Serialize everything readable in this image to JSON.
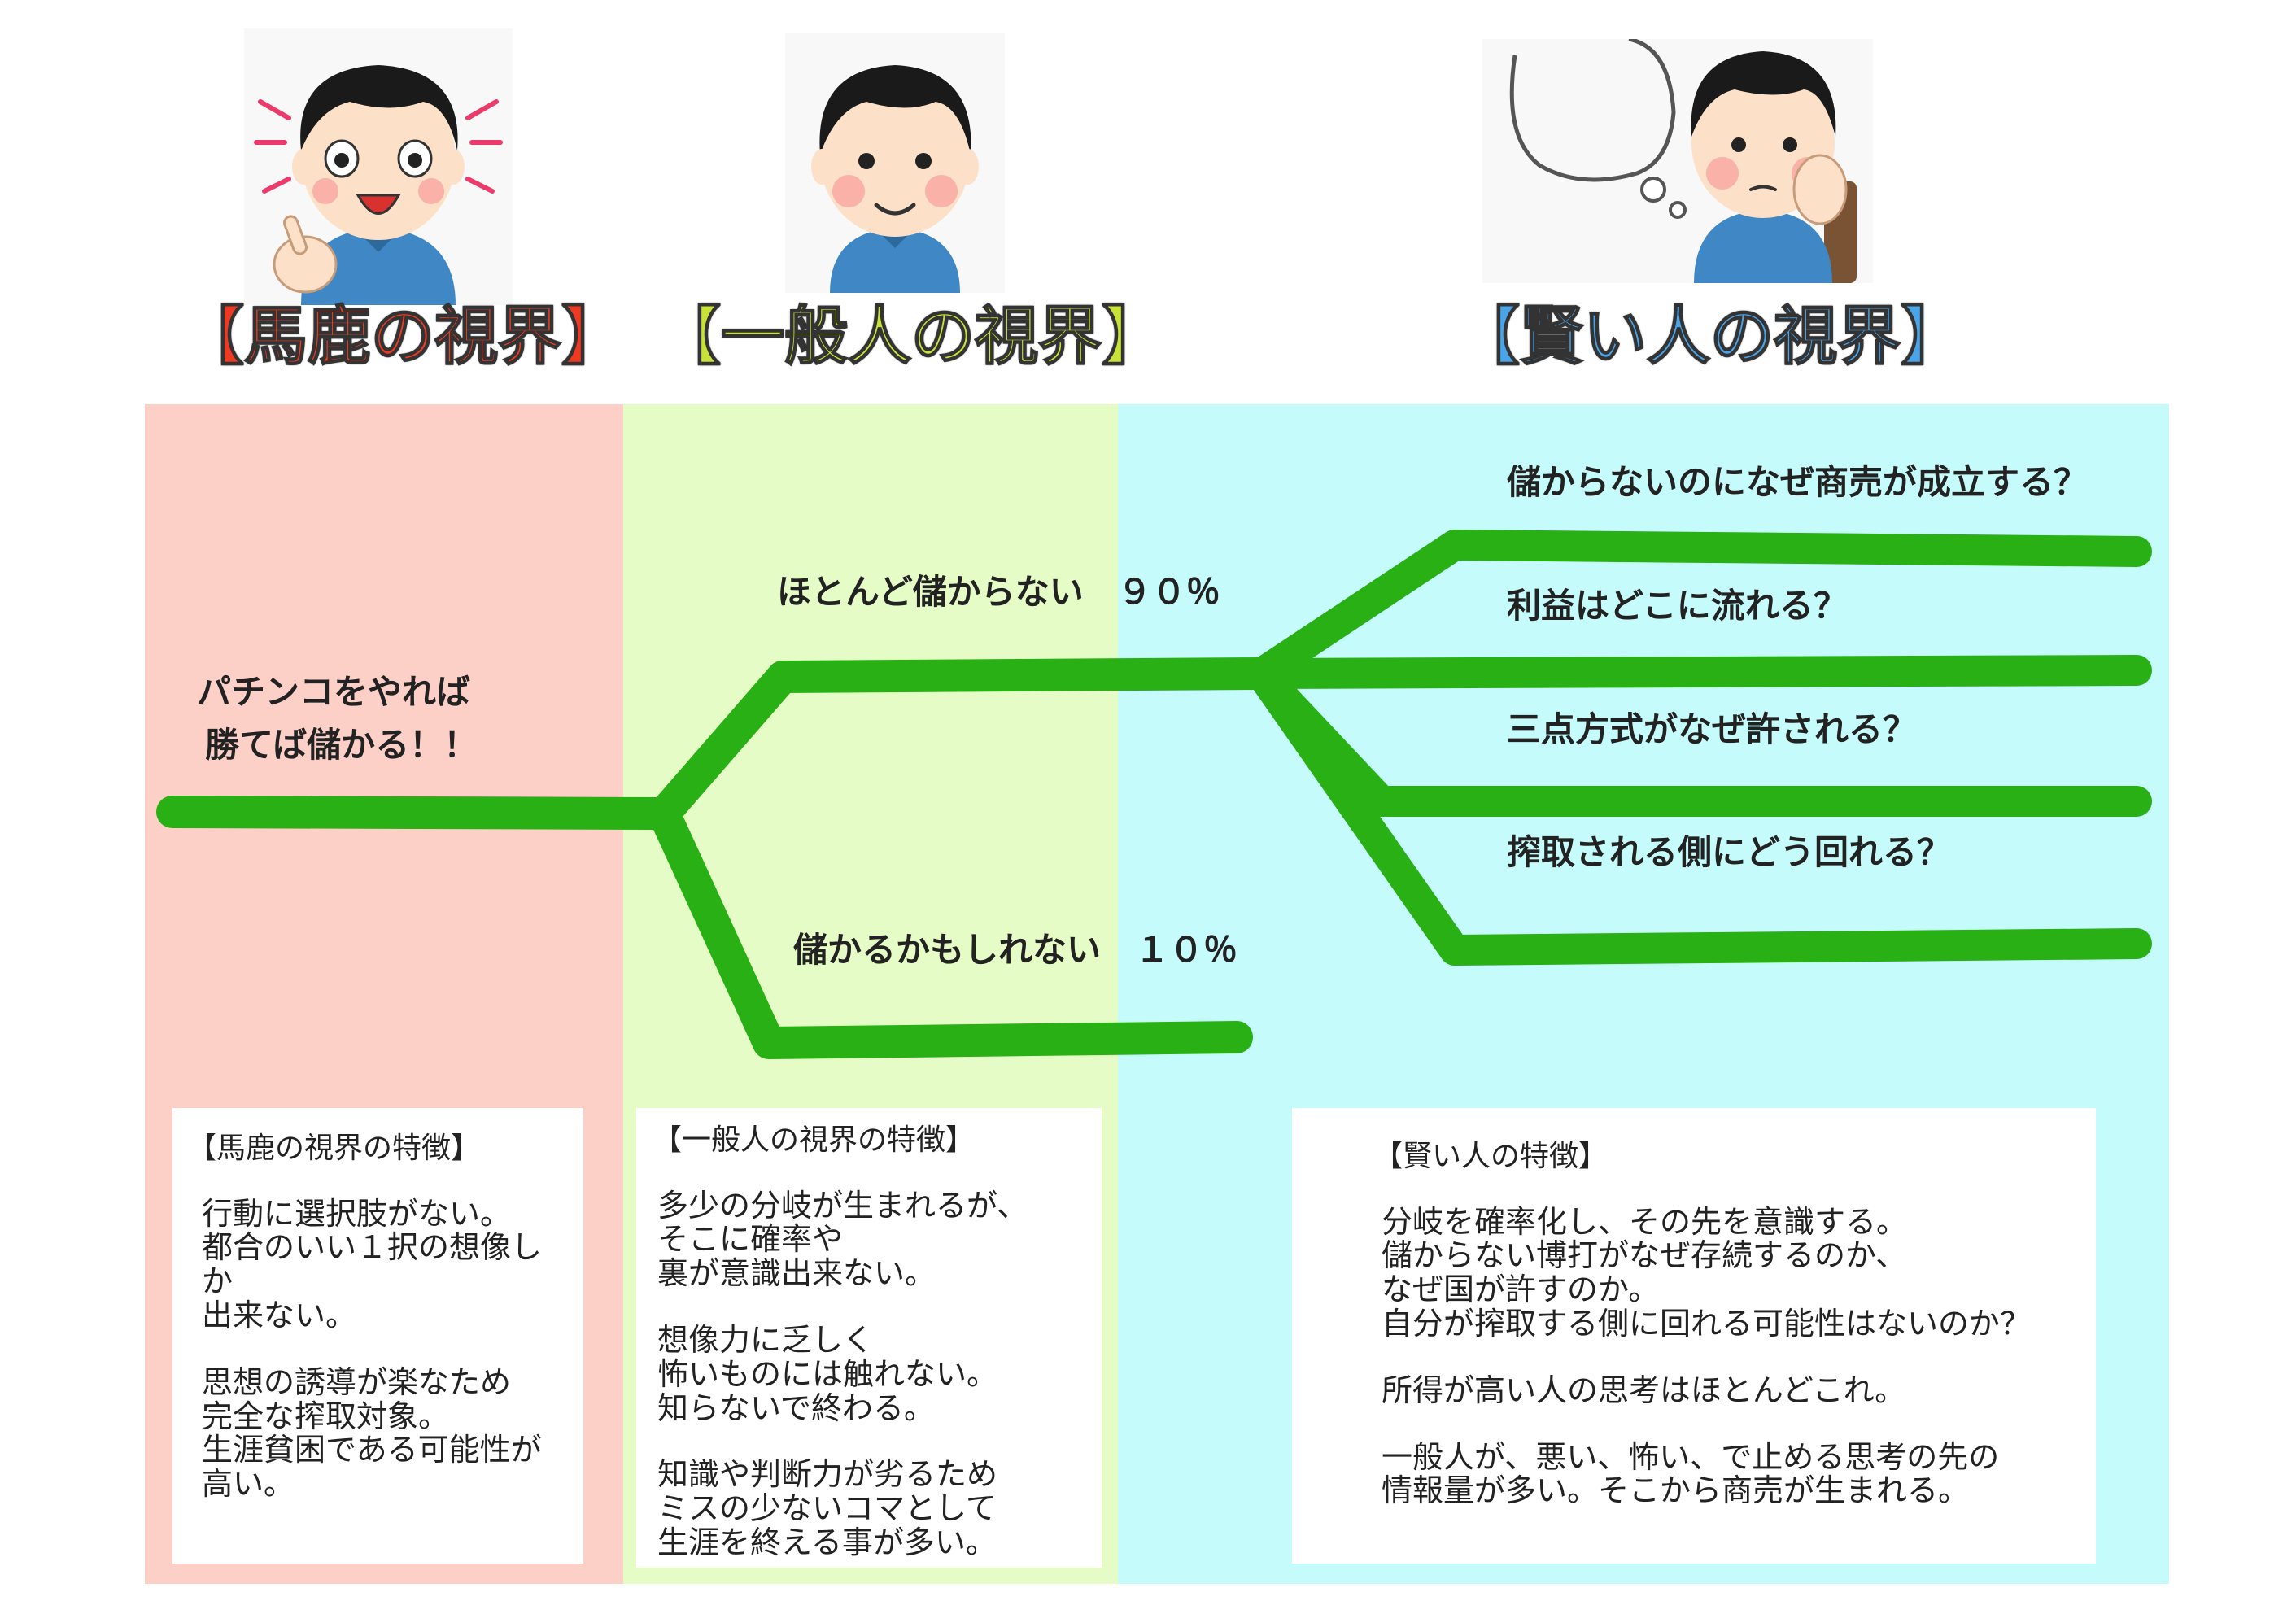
{
  "headings": {
    "fool": "【馬鹿の視界】",
    "ordinary": "【一般人の視界】",
    "wise": "【賢い人の視界】"
  },
  "tree_labels": {
    "fool": [
      "パチンコをやれば",
      "勝てば儲かる！！"
    ],
    "ordinary_upper": "ほとんど儲からない　９０％",
    "ordinary_lower": "儲かるかもしれない　１０％",
    "wise": [
      "儲からないのになぜ商売が成立する？",
      "利益はどこに流れる？",
      "三点方式がなぜ許される？",
      "搾取される側にどう回れる？"
    ]
  },
  "cards": {
    "fool": {
      "title": "【馬鹿の視界の特徴】",
      "paragraphs": [
        "行動に選択肢がない。\n都合のいい１択の想像しか\n出来ない。",
        "思想の誘導が楽なため\n完全な搾取対象。\n生涯貧困である可能性が\n高い。"
      ]
    },
    "ordinary": {
      "title": "【一般人の視界の特徴】",
      "paragraphs": [
        "多少の分岐が生まれるが、\nそこに確率や\n裏が意識出来ない。",
        "想像力に乏しく\n怖いものには触れない。\n知らないで終わる。",
        "知識や判断力が劣るため\nミスの少ないコマとして\n生涯を終える事が多い。"
      ]
    },
    "wise": {
      "title": "【賢い人の特徴】",
      "paragraphs": [
        "分岐を確率化し、その先を意識する。\n儲からない博打がなぜ存続するのか、\nなぜ国が許すのか。\n自分が搾取する側に回れる可能性はないのか？",
        "所得が高い人の思考はほとんどこれ。",
        "一般人が、悪い、怖い、で止める思考の先の\n情報量が多い。そこから商売が生まれる。"
      ]
    }
  },
  "colors": {
    "fool_band": "#fdd0c7",
    "ordinary_band": "#e6fcc6",
    "wise_band": "#c6fbfb",
    "branch": "#28b014",
    "fool_heading": "#ee3a22",
    "ordinary_heading": "#c8e23a",
    "wise_heading": "#49a4e8"
  },
  "avatars": {
    "fool": "excited-man-pointing-icon",
    "ordinary": "smiling-man-icon",
    "wise": "thinking-man-icon"
  }
}
